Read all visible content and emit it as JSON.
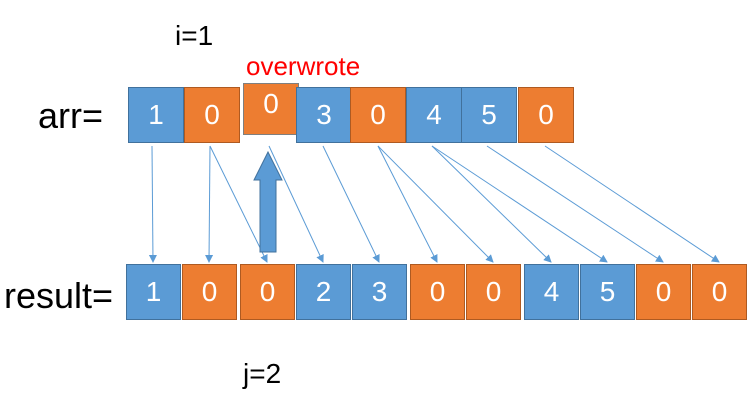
{
  "labels": {
    "i": "i=1",
    "j": "j=2",
    "arr": "arr=",
    "result": "result=",
    "overwrote": "overwrote"
  },
  "colors": {
    "blue": "#5b9bd5",
    "orange": "#ed7d31",
    "overwrote_text": "#ff0000",
    "arrow": "#5b9bd5"
  },
  "arr": [
    {
      "value": "1",
      "color": "blue"
    },
    {
      "value": "0",
      "color": "orange"
    },
    {
      "value": "0",
      "color": "orange"
    },
    {
      "value": "3",
      "color": "blue"
    },
    {
      "value": "0",
      "color": "orange"
    },
    {
      "value": "4",
      "color": "blue"
    },
    {
      "value": "5",
      "color": "blue"
    },
    {
      "value": "0",
      "color": "orange"
    }
  ],
  "result": [
    {
      "value": "1",
      "color": "blue"
    },
    {
      "value": "0",
      "color": "orange"
    },
    {
      "value": "0",
      "color": "orange"
    },
    {
      "value": "2",
      "color": "blue"
    },
    {
      "value": "3",
      "color": "blue"
    },
    {
      "value": "0",
      "color": "orange"
    },
    {
      "value": "0",
      "color": "orange"
    },
    {
      "value": "4",
      "color": "blue"
    },
    {
      "value": "5",
      "color": "blue"
    },
    {
      "value": "0",
      "color": "orange"
    },
    {
      "value": "0",
      "color": "orange"
    }
  ],
  "mappings": [
    [
      0,
      0
    ],
    [
      1,
      1
    ],
    [
      1,
      2
    ],
    [
      2,
      3
    ],
    [
      3,
      4
    ],
    [
      4,
      5
    ],
    [
      4,
      6
    ],
    [
      5,
      7
    ],
    [
      5,
      8
    ],
    [
      6,
      9
    ],
    [
      7,
      10
    ]
  ]
}
